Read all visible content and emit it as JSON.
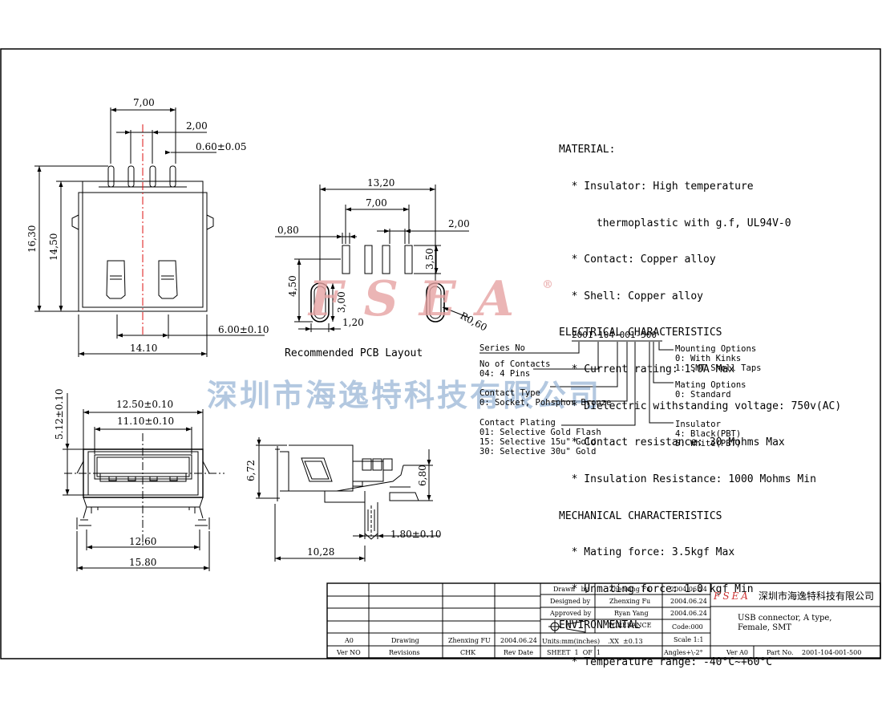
{
  "dimensions": {
    "top_7": "7,00",
    "top_2": "2,00",
    "top_pin": "0.60±0.05",
    "h_1630": "16,30",
    "h_1450": "14,50",
    "w_600": "6.00±0.10",
    "w_1410": "14.10",
    "pcb_1320": "13,20",
    "pcb_700": "7,00",
    "pcb_080": "0,80",
    "pcb_200": "2,00",
    "pcb_350": "3,50",
    "pcb_450": "4,50",
    "pcb_300": "3,00",
    "pcb_120": "1,20",
    "pcb_r060": "R0,60",
    "front_1250": "12.50±0.10",
    "front_1110": "11.10±0.10",
    "front_512": "5.12±0.10",
    "front_1260": "12.60",
    "front_1580": "15.80",
    "side_672": "6,72",
    "side_680": "6,80",
    "side_180": "1.80±0.10",
    "side_1028": "10,28"
  },
  "pcb_caption": "Recommended PCB Layout",
  "specs": [
    "MATERIAL:",
    "  * Insulator: High temperature",
    "      thermoplastic with g.f, UL94V-0",
    "  * Contact: Copper alloy",
    "  * Shell: Copper alloy",
    "ELECTRICAL CHARACTERISTICS",
    "  * Current rating: 1.0A Max",
    "  * Dielectric withstanding voltage: 750v(AC)",
    "  * Contact resistance: 30 Mohms Max",
    "  * Insulation Resistance: 1000 Mohms Min",
    "MECHANICAL CHARACTERISTICS",
    "  * Mating force: 3.5kgf Max",
    "  * Unmating force: 1.0 kgf Min",
    "ENVIRONMENTAL",
    "  * Temperature range: -40°C~+60°C"
  ],
  "part_code": "2001-104-001-500",
  "ordering": {
    "series": "Series No",
    "contacts": "No of Contacts\n04: 4 Pins",
    "type": "Contact Type\n0: Socket, Pohsphor Bronze",
    "plating": "Contact Plating\n01: Selective Gold Flash\n15: Selective 15u\" Gold\n30: Selective 30u\" Gold",
    "mounting": "Mounting Options\n0: With Kinks\n1: SMT Shell Taps",
    "mating": "Mating Options\n0: Standard",
    "insulator": "Insulator\n4: Black(PBT)\n5: White(PBT)"
  },
  "watermark": {
    "logo": "FSEA",
    "registered": "®",
    "company": "深圳市海逸特科技有限公司"
  },
  "title_block": {
    "drawn_label": "Drawn   by",
    "drawn_by": "Zhenxing Fu",
    "drawn_date": "2004.06.24",
    "designed_label": "Designed by",
    "designed_by": "Zhenxing Fu",
    "designed_date": "2004.06.24",
    "approved_label": "Approved by",
    "approved_by": "Ryan Yang",
    "approved_date": "2004.06.24",
    "tolerance_label": "TORERANCE",
    "code": "Code:000",
    "xx": ".XX  ±0.13",
    "scale": "Scale 1:1",
    "units": "Units:mm(inches)",
    "angles": "Angles+\\-2°",
    "sheet": "SHEET  1  OF  1",
    "rev_a0": "A0",
    "rev_drawing": "Drawing",
    "rev_by": "Zhenxing FU",
    "rev_date": "2004.06.24",
    "h_ver": "Ver NO",
    "h_revisions": "Revisions",
    "h_chk": "CHK",
    "h_revdate": "Rev Date",
    "logo": "FSEA",
    "company": "深圳市海逸特科技有限公司",
    "desc": "USB connector, A type,\nFemale, SMT",
    "ver": "Ver A0",
    "part_label": "Part No.",
    "part_no": "2001-104-001-500"
  }
}
